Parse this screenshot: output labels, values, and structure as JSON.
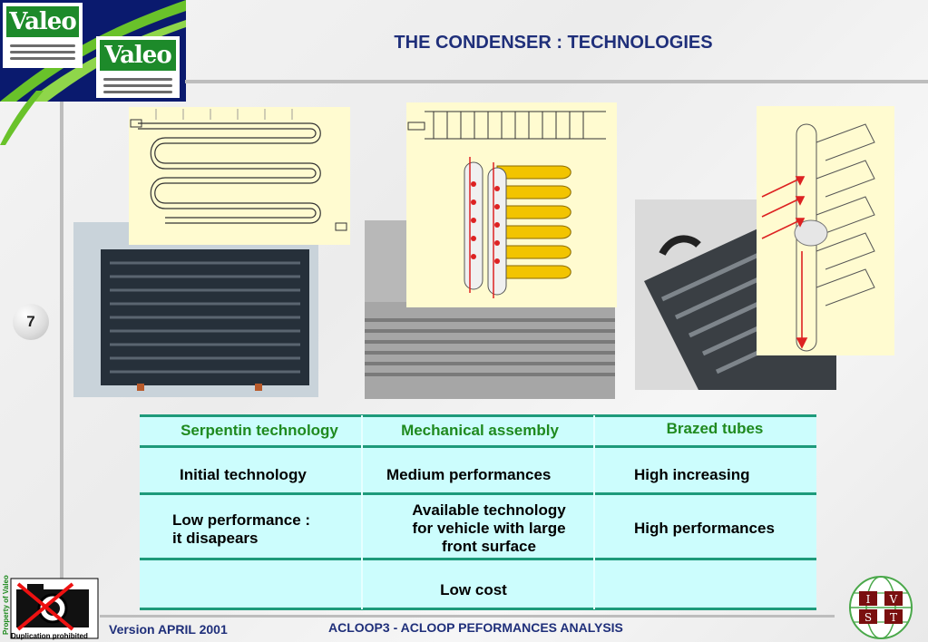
{
  "header": {
    "title": "THE CONDENSER : TECHNOLOGIES",
    "logo_text": "Valeo"
  },
  "page_number": "7",
  "table": {
    "headers": [
      "Serpentin technology",
      "Mechanical assembly",
      "Brazed tubes"
    ],
    "rows": [
      [
        "Initial technology",
        "Medium performances",
        "High increasing"
      ],
      [
        "Low performance :\nit disapears",
        "Available technology\nfor vehicle with large\nfront surface",
        "High performances"
      ],
      [
        "",
        "Low cost",
        ""
      ]
    ]
  },
  "footer": {
    "version": "Version APRIL 2001",
    "doc_title": "ACLOOP3 - ACLOOP PEFORMANCES ANALYSIS",
    "stamp_side": "Property of Valeo",
    "stamp_bottom": "Duplication prohibited",
    "ivst_letters": [
      "I",
      "V",
      "S",
      "T"
    ]
  },
  "colors": {
    "title": "#1f2f7a",
    "header_green": "#1f8a1f",
    "table_bg": "#ccfdfd",
    "table_rule": "#1d9a7a",
    "valeo_green": "#1d8a2a",
    "logo_navy": "#0a1a6e",
    "drawing_bg": "#fffbd0"
  }
}
